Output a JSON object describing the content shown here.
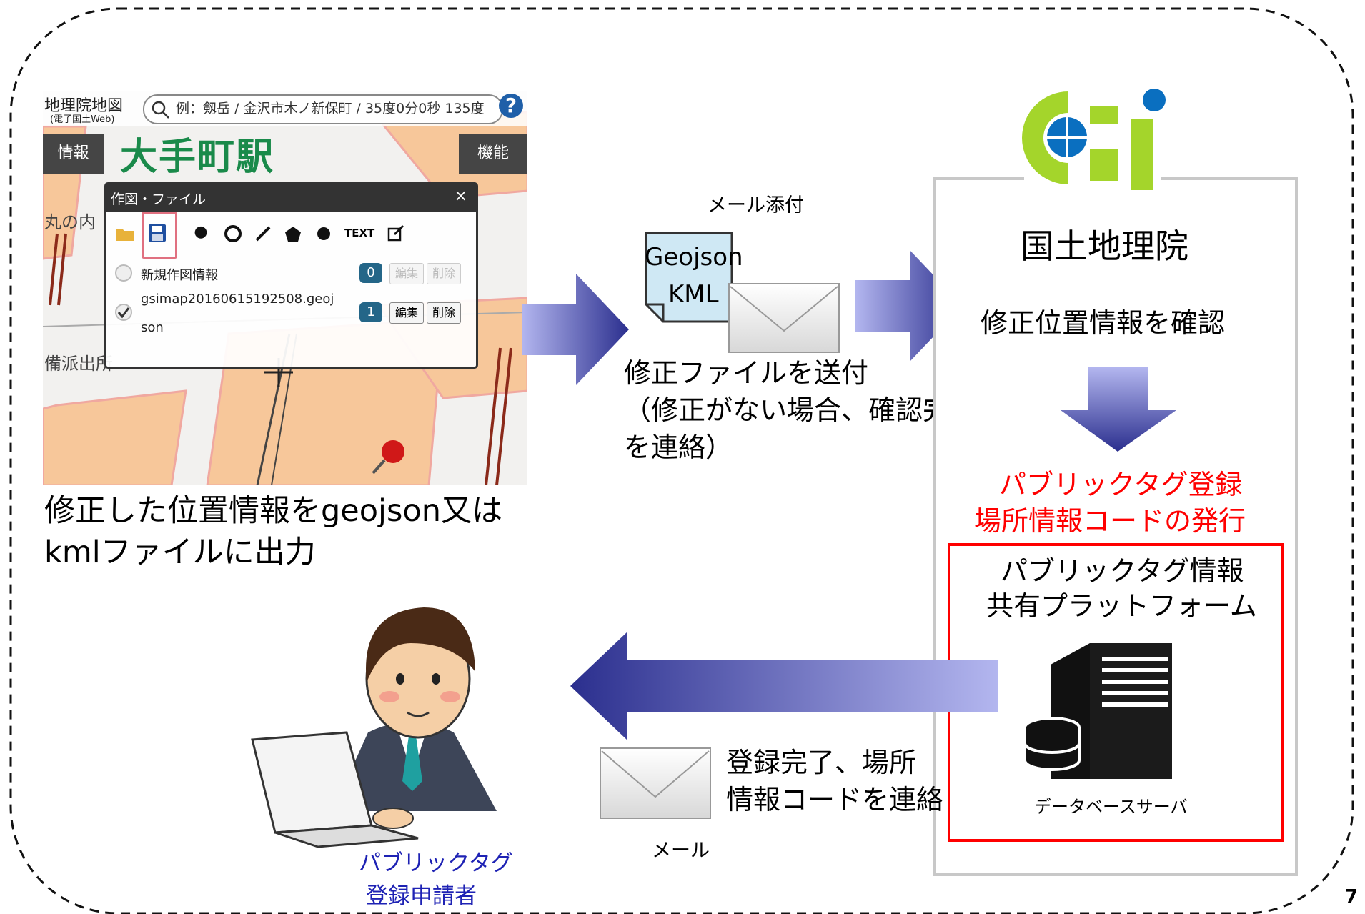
{
  "map": {
    "logo_main": "地理院地図",
    "logo_sub": "(電子国土Web)",
    "search_placeholder": "例：剱岳 / 金沢市木ノ新保町 / 35度0分0秒 135度",
    "help_label": "?",
    "station_label": "大手町駅",
    "info_button": "情報",
    "function_button": "機能",
    "map_labels": [
      "丸の内",
      "備派出所"
    ],
    "dialog": {
      "title": "作図・ファイル",
      "close": "×",
      "text_tool": "TEXT",
      "row1_label": "新規作図情報",
      "row1_count": "0",
      "row2_label_line1": "gsimap20160615192508.geoj",
      "row2_label_line2": "son",
      "row2_count": "1",
      "edit_label": "編集",
      "delete_label": "削除"
    }
  },
  "map_caption_line1": "修正した位置情報をgeojson又は",
  "map_caption_line2": "kmlファイルに出力",
  "attach_label": "メール添付",
  "file_types": [
    "Geojson",
    "KML"
  ],
  "send_text": [
    "修正ファイルを送付",
    "（修正がない場合、確認完了",
    "を連絡）"
  ],
  "gsi": {
    "name": "国土地理院",
    "check": "修正位置情報を確認",
    "register_line1": "パブリックタグ登録",
    "register_line2": "場所情報コードの発行",
    "platform_line1": "パブリックタグ情報",
    "platform_line2": "共有プラットフォーム",
    "server_label": "データベースサーバ"
  },
  "return_text": [
    "登録完了、場所",
    "情報コードを連絡"
  ],
  "mail_label": "メール",
  "applicant": [
    "パブリックタグ",
    "登録申請者"
  ],
  "page_number": "7",
  "colors": {
    "red": "#ff0000",
    "blue_text": "#1e22b4",
    "arrow_dark": "#2a2f8f",
    "arrow_light": "#b5b8f0",
    "gsi_green": "#a4d52b",
    "gsi_blue": "#0a6fc0"
  }
}
